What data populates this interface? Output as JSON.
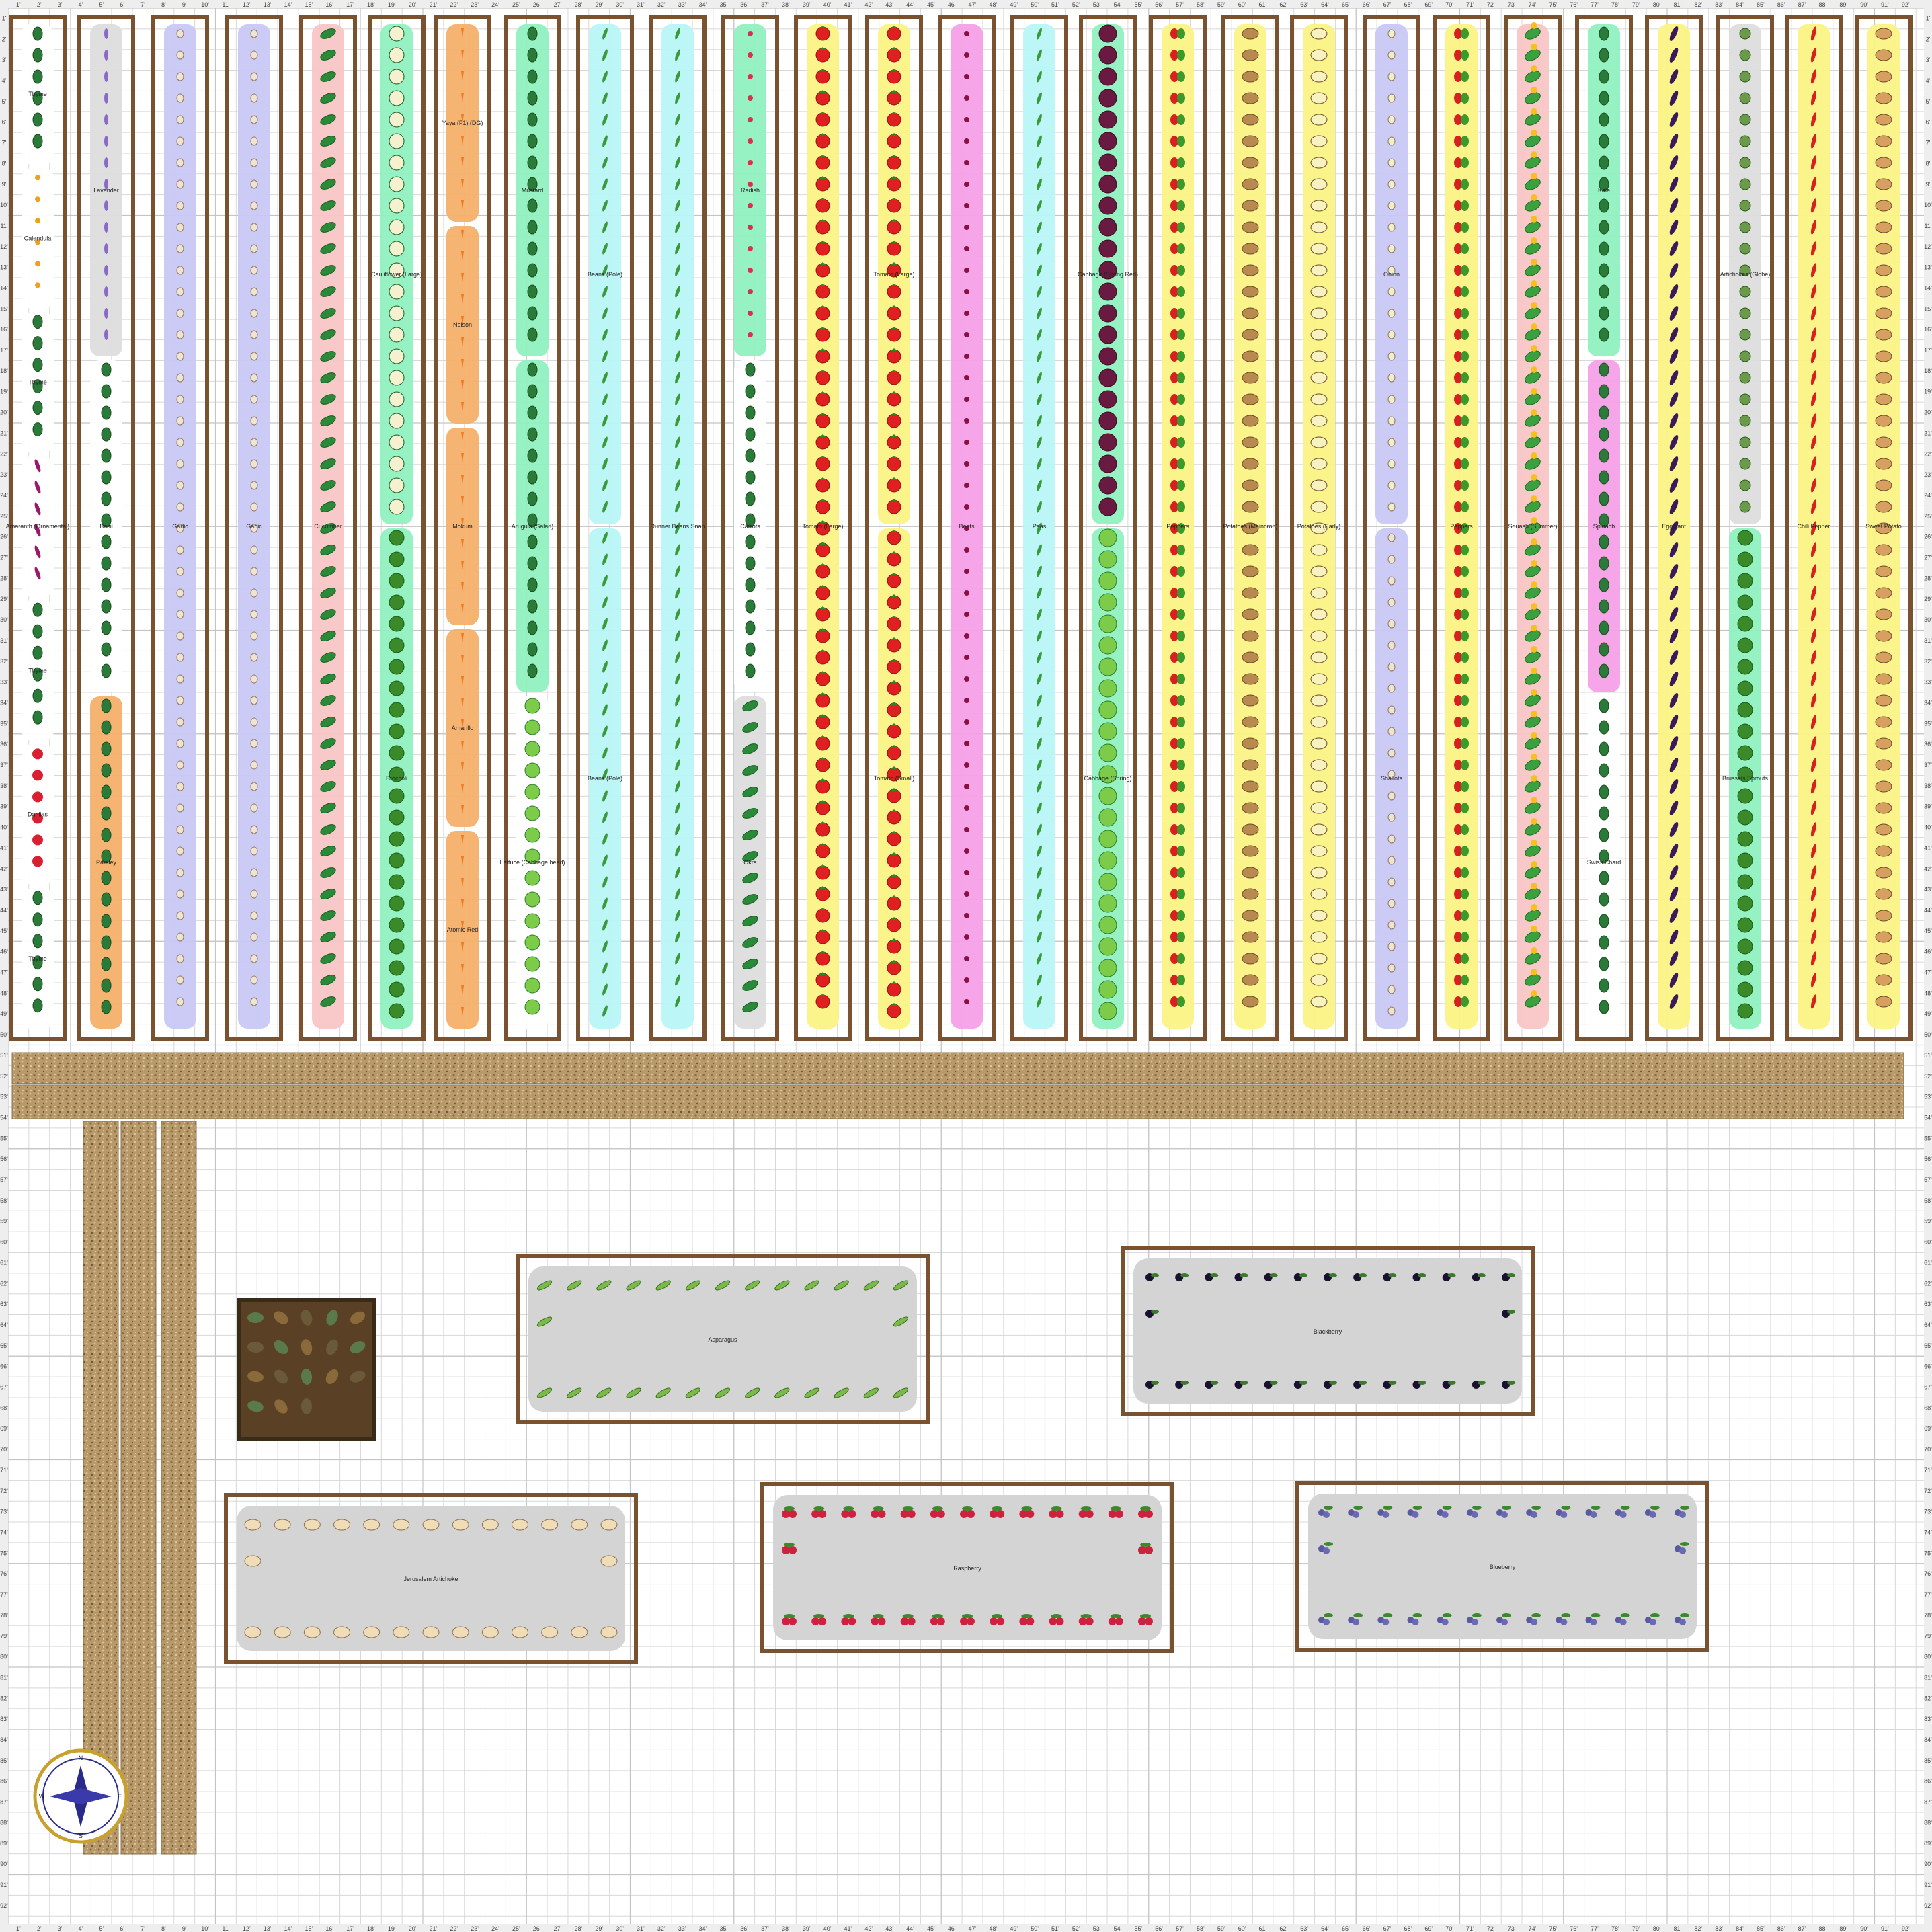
{
  "ruler": {
    "top": [
      "1'",
      "2'",
      "3'",
      "4'",
      "5'",
      "6'",
      "7'",
      "8'",
      "9'",
      "10'",
      "11'",
      "12'",
      "13'",
      "14'",
      "15'",
      "16'",
      "17'",
      "18'",
      "19'",
      "20'",
      "21'",
      "22'",
      "23'",
      "24'",
      "25'",
      "26'",
      "27'",
      "28'",
      "29'",
      "30'",
      "31'",
      "32'",
      "33'",
      "34'",
      "35'",
      "36'",
      "37'",
      "38'",
      "39'",
      "40'",
      "41'",
      "42'",
      "43'",
      "44'",
      "45'",
      "46'",
      "47'",
      "48'",
      "49'",
      "50'",
      "51'",
      "52'",
      "53'",
      "54'",
      "55'",
      "56'",
      "57'",
      "58'",
      "59'",
      "60'",
      "61'",
      "62'",
      "63'",
      "64'",
      "65'",
      "66'",
      "67'",
      "68'",
      "69'",
      "70'",
      "71'",
      "72'",
      "73'",
      "74'",
      "75'",
      "76'",
      "77'",
      "78'",
      "79'",
      "80'",
      "81'",
      "82'",
      "83'",
      "84'",
      "85'",
      "86'",
      "87'",
      "88'",
      "89'",
      "90'",
      "91'",
      "92'"
    ],
    "side": [
      "1'",
      "2'",
      "3'",
      "4'",
      "5'",
      "6'",
      "7'",
      "8'",
      "9'",
      "10'",
      "11'",
      "12'",
      "13'",
      "14'",
      "15'",
      "16'",
      "17'",
      "18'",
      "19'",
      "20'",
      "21'",
      "22'",
      "23'",
      "24'",
      "25'",
      "26'",
      "27'",
      "28'",
      "29'",
      "30'",
      "31'",
      "32'",
      "33'",
      "34'",
      "35'",
      "36'",
      "37'",
      "38'",
      "39'",
      "40'",
      "41'",
      "42'",
      "43'",
      "44'",
      "45'",
      "46'",
      "47'",
      "48'",
      "49'",
      "50'",
      "51'",
      "52'",
      "53'",
      "54'",
      "55'",
      "56'",
      "57'",
      "58'",
      "59'",
      "60'",
      "61'",
      "62'",
      "63'",
      "64'",
      "65'",
      "66'",
      "67'",
      "68'",
      "69'",
      "70'",
      "71'",
      "72'",
      "73'",
      "74'",
      "75'",
      "76'",
      "77'",
      "78'",
      "79'",
      "80'",
      "81'",
      "82'",
      "83'",
      "84'",
      "85'",
      "86'",
      "87'",
      "88'",
      "89'",
      "90'",
      "91'",
      "92'"
    ]
  },
  "rows": [
    {
      "segments": [
        {
          "label": "Thyme",
          "bg": "#ffffff",
          "plant": "herb"
        },
        {
          "label": "Calendula",
          "bg": "#ffffff",
          "plant": "flower"
        },
        {
          "label": "Thyme",
          "bg": "#ffffff",
          "plant": "herb"
        },
        {
          "label": "Amaranth (Ornamental)",
          "bg": "#ffffff",
          "plant": "amaranth"
        },
        {
          "label": "Thyme",
          "bg": "#ffffff",
          "plant": "herb"
        },
        {
          "label": "Dahlias",
          "bg": "#ffffff",
          "plant": "dahlia"
        },
        {
          "label": "Thyme",
          "bg": "#ffffff",
          "plant": "herb"
        }
      ]
    },
    {
      "segments": [
        {
          "label": "Lavender",
          "bg": "#dddddd",
          "plant": "lavender"
        },
        {
          "label": "Basil",
          "bg": "#ffffff",
          "plant": "basil"
        },
        {
          "label": "Parsley",
          "bg": "#f5b06a",
          "plant": "parsley"
        }
      ]
    },
    {
      "segments": [
        {
          "label": "Garlic",
          "bg": "#c8c8f5",
          "plant": "garlic"
        }
      ]
    },
    {
      "segments": [
        {
          "label": "Garlic",
          "bg": "#c8c8f5",
          "plant": "garlic"
        }
      ]
    },
    {
      "segments": [
        {
          "label": "Cucumber",
          "bg": "#f9c6c6",
          "plant": "cucumber"
        }
      ]
    },
    {
      "segments": [
        {
          "label": "Cauliflower (Large)",
          "bg": "#90f0c0",
          "plant": "cauliflower"
        },
        {
          "label": "Broccoli",
          "bg": "#90f0c0",
          "plant": "broccoli"
        }
      ]
    },
    {
      "segments": [
        {
          "label": "Yaya (F1) (DG)",
          "bg": "#f5b06a",
          "plant": "carrot"
        },
        {
          "label": "Nelson",
          "bg": "#f5b06a",
          "plant": "carrot"
        },
        {
          "label": "Mokum",
          "bg": "#f5b06a",
          "plant": "carrot"
        },
        {
          "label": "Amarillo",
          "bg": "#f5b06a",
          "plant": "carrot"
        },
        {
          "label": "Atomic Red",
          "bg": "#f5b06a",
          "plant": "carrot"
        }
      ]
    },
    {
      "segments": [
        {
          "label": "Mustard",
          "bg": "#90f0c0",
          "plant": "leafy"
        },
        {
          "label": "Arugula (Salad)",
          "bg": "#90f0c0",
          "plant": "leafy"
        },
        {
          "label": "Lettuce (Cabbage head)",
          "bg": "#ffffff",
          "plant": "lettuce"
        }
      ]
    },
    {
      "segments": [
        {
          "label": "Beans (Pole)",
          "bg": "#b8f5f5",
          "plant": "bean"
        },
        {
          "label": "Beans (Pole)",
          "bg": "#b8f5f5",
          "plant": "bean"
        }
      ]
    },
    {
      "segments": [
        {
          "label": "Runner Beans Snap",
          "bg": "#b8f5f5",
          "plant": "bean"
        }
      ]
    },
    {
      "segments": [
        {
          "label": "Radish",
          "bg": "#90f0c0",
          "plant": "radish"
        },
        {
          "label": "Carrots",
          "bg": "#ffffff",
          "plant": "leafy"
        },
        {
          "label": "Okra",
          "bg": "#dddddd",
          "plant": "okra"
        }
      ]
    },
    {
      "segments": [
        {
          "label": "Tomato (Large)",
          "bg": "#fbf385",
          "plant": "tomato"
        }
      ]
    },
    {
      "segments": [
        {
          "label": "Tomato (Large)",
          "bg": "#fbf385",
          "plant": "tomato"
        },
        {
          "label": "Tomato (Small)",
          "bg": "#fbf385",
          "plant": "tomato"
        }
      ]
    },
    {
      "segments": [
        {
          "label": "Beets",
          "bg": "#f5a0e8",
          "plant": "beet"
        }
      ]
    },
    {
      "segments": [
        {
          "label": "Peas",
          "bg": "#b8f5f5",
          "plant": "pea"
        }
      ]
    },
    {
      "segments": [
        {
          "label": "Cabbage (Spring Red)",
          "bg": "#90f0c0",
          "plant": "redcabbage"
        },
        {
          "label": "Cabbage (Spring)",
          "bg": "#90f0c0",
          "plant": "cabbage"
        }
      ]
    },
    {
      "segments": [
        {
          "label": "Peppers",
          "bg": "#fbf385",
          "plant": "pepper"
        }
      ]
    },
    {
      "segments": [
        {
          "label": "Potatoes (Maincrop)",
          "bg": "#fbf385",
          "plant": "potato"
        }
      ]
    },
    {
      "segments": [
        {
          "label": "Potatoes (Early)",
          "bg": "#fbf385",
          "plant": "earlypotato"
        }
      ]
    },
    {
      "segments": [
        {
          "label": "Onion",
          "bg": "#c8c8f5",
          "plant": "onion"
        },
        {
          "label": "Shallots",
          "bg": "#c8c8f5",
          "plant": "shallot"
        }
      ]
    },
    {
      "segments": [
        {
          "label": "Peppers",
          "bg": "#fbf385",
          "plant": "pepper"
        }
      ]
    },
    {
      "segments": [
        {
          "label": "Squash (Summer)",
          "bg": "#f9c6c6",
          "plant": "squash"
        }
      ]
    },
    {
      "segments": [
        {
          "label": "Kale",
          "bg": "#90f0c0",
          "plant": "kale"
        },
        {
          "label": "Spinach",
          "bg": "#f5a0e8",
          "plant": "spinach"
        },
        {
          "label": "Swiss Chard",
          "bg": "#ffffff",
          "plant": "chard"
        }
      ]
    },
    {
      "segments": [
        {
          "label": "Eggplant",
          "bg": "#fbf385",
          "plant": "eggplant"
        }
      ]
    },
    {
      "segments": [
        {
          "label": "Artichokes (Globe)",
          "bg": "#dddddd",
          "plant": "artichoke"
        },
        {
          "label": "Brussels Sprouts",
          "bg": "#90f0c0",
          "plant": "brussels"
        }
      ]
    },
    {
      "segments": [
        {
          "label": "Chili Pepper",
          "bg": "#fbf385",
          "plant": "chili"
        }
      ]
    },
    {
      "segments": [
        {
          "label": "Sweet Potato",
          "bg": "#fbf385",
          "plant": "sweetpotato"
        }
      ]
    }
  ],
  "beds": [
    {
      "label": "Asparagus",
      "plant": "asparagus"
    },
    {
      "label": "Blackberry",
      "plant": "blackberry"
    },
    {
      "label": "Jerusalem Artichoke",
      "plant": "jerusalem"
    },
    {
      "label": "Raspberry",
      "plant": "raspberry"
    },
    {
      "label": "Blueberry",
      "plant": "blueberry"
    }
  ],
  "compass": [
    "N",
    "E",
    "S",
    "W"
  ],
  "colors": {
    "frame": "#7a5230",
    "grid": "#d8d8d8",
    "gravel": "#b89a6a",
    "bedfill": "#d4d4d4",
    "compost": "#5a4025"
  }
}
